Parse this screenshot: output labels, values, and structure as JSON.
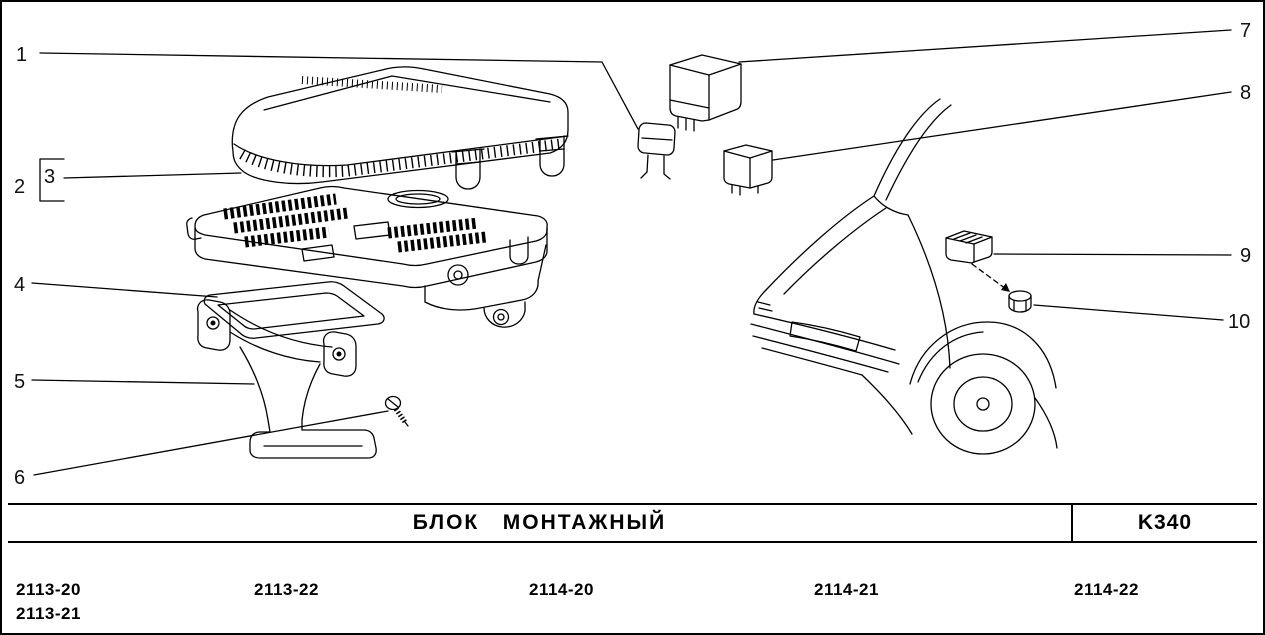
{
  "page": {
    "title": "БЛОК   МОНТАЖНЫЙ",
    "code": "K340"
  },
  "colors": {
    "ink": "#000000",
    "paper": "#ffffff"
  },
  "callouts": [
    {
      "label": "1"
    },
    {
      "label": "2"
    },
    {
      "label": "3"
    },
    {
      "label": "4"
    },
    {
      "label": "5"
    },
    {
      "label": "6"
    },
    {
      "label": "7"
    },
    {
      "label": "8"
    },
    {
      "label": "9"
    },
    {
      "label": "10"
    }
  ],
  "models": [
    [
      "2113-20",
      "2113-21"
    ],
    [
      "2113-22"
    ],
    [
      "2114-20"
    ],
    [
      "2114-21"
    ],
    [
      "2114-22"
    ]
  ]
}
